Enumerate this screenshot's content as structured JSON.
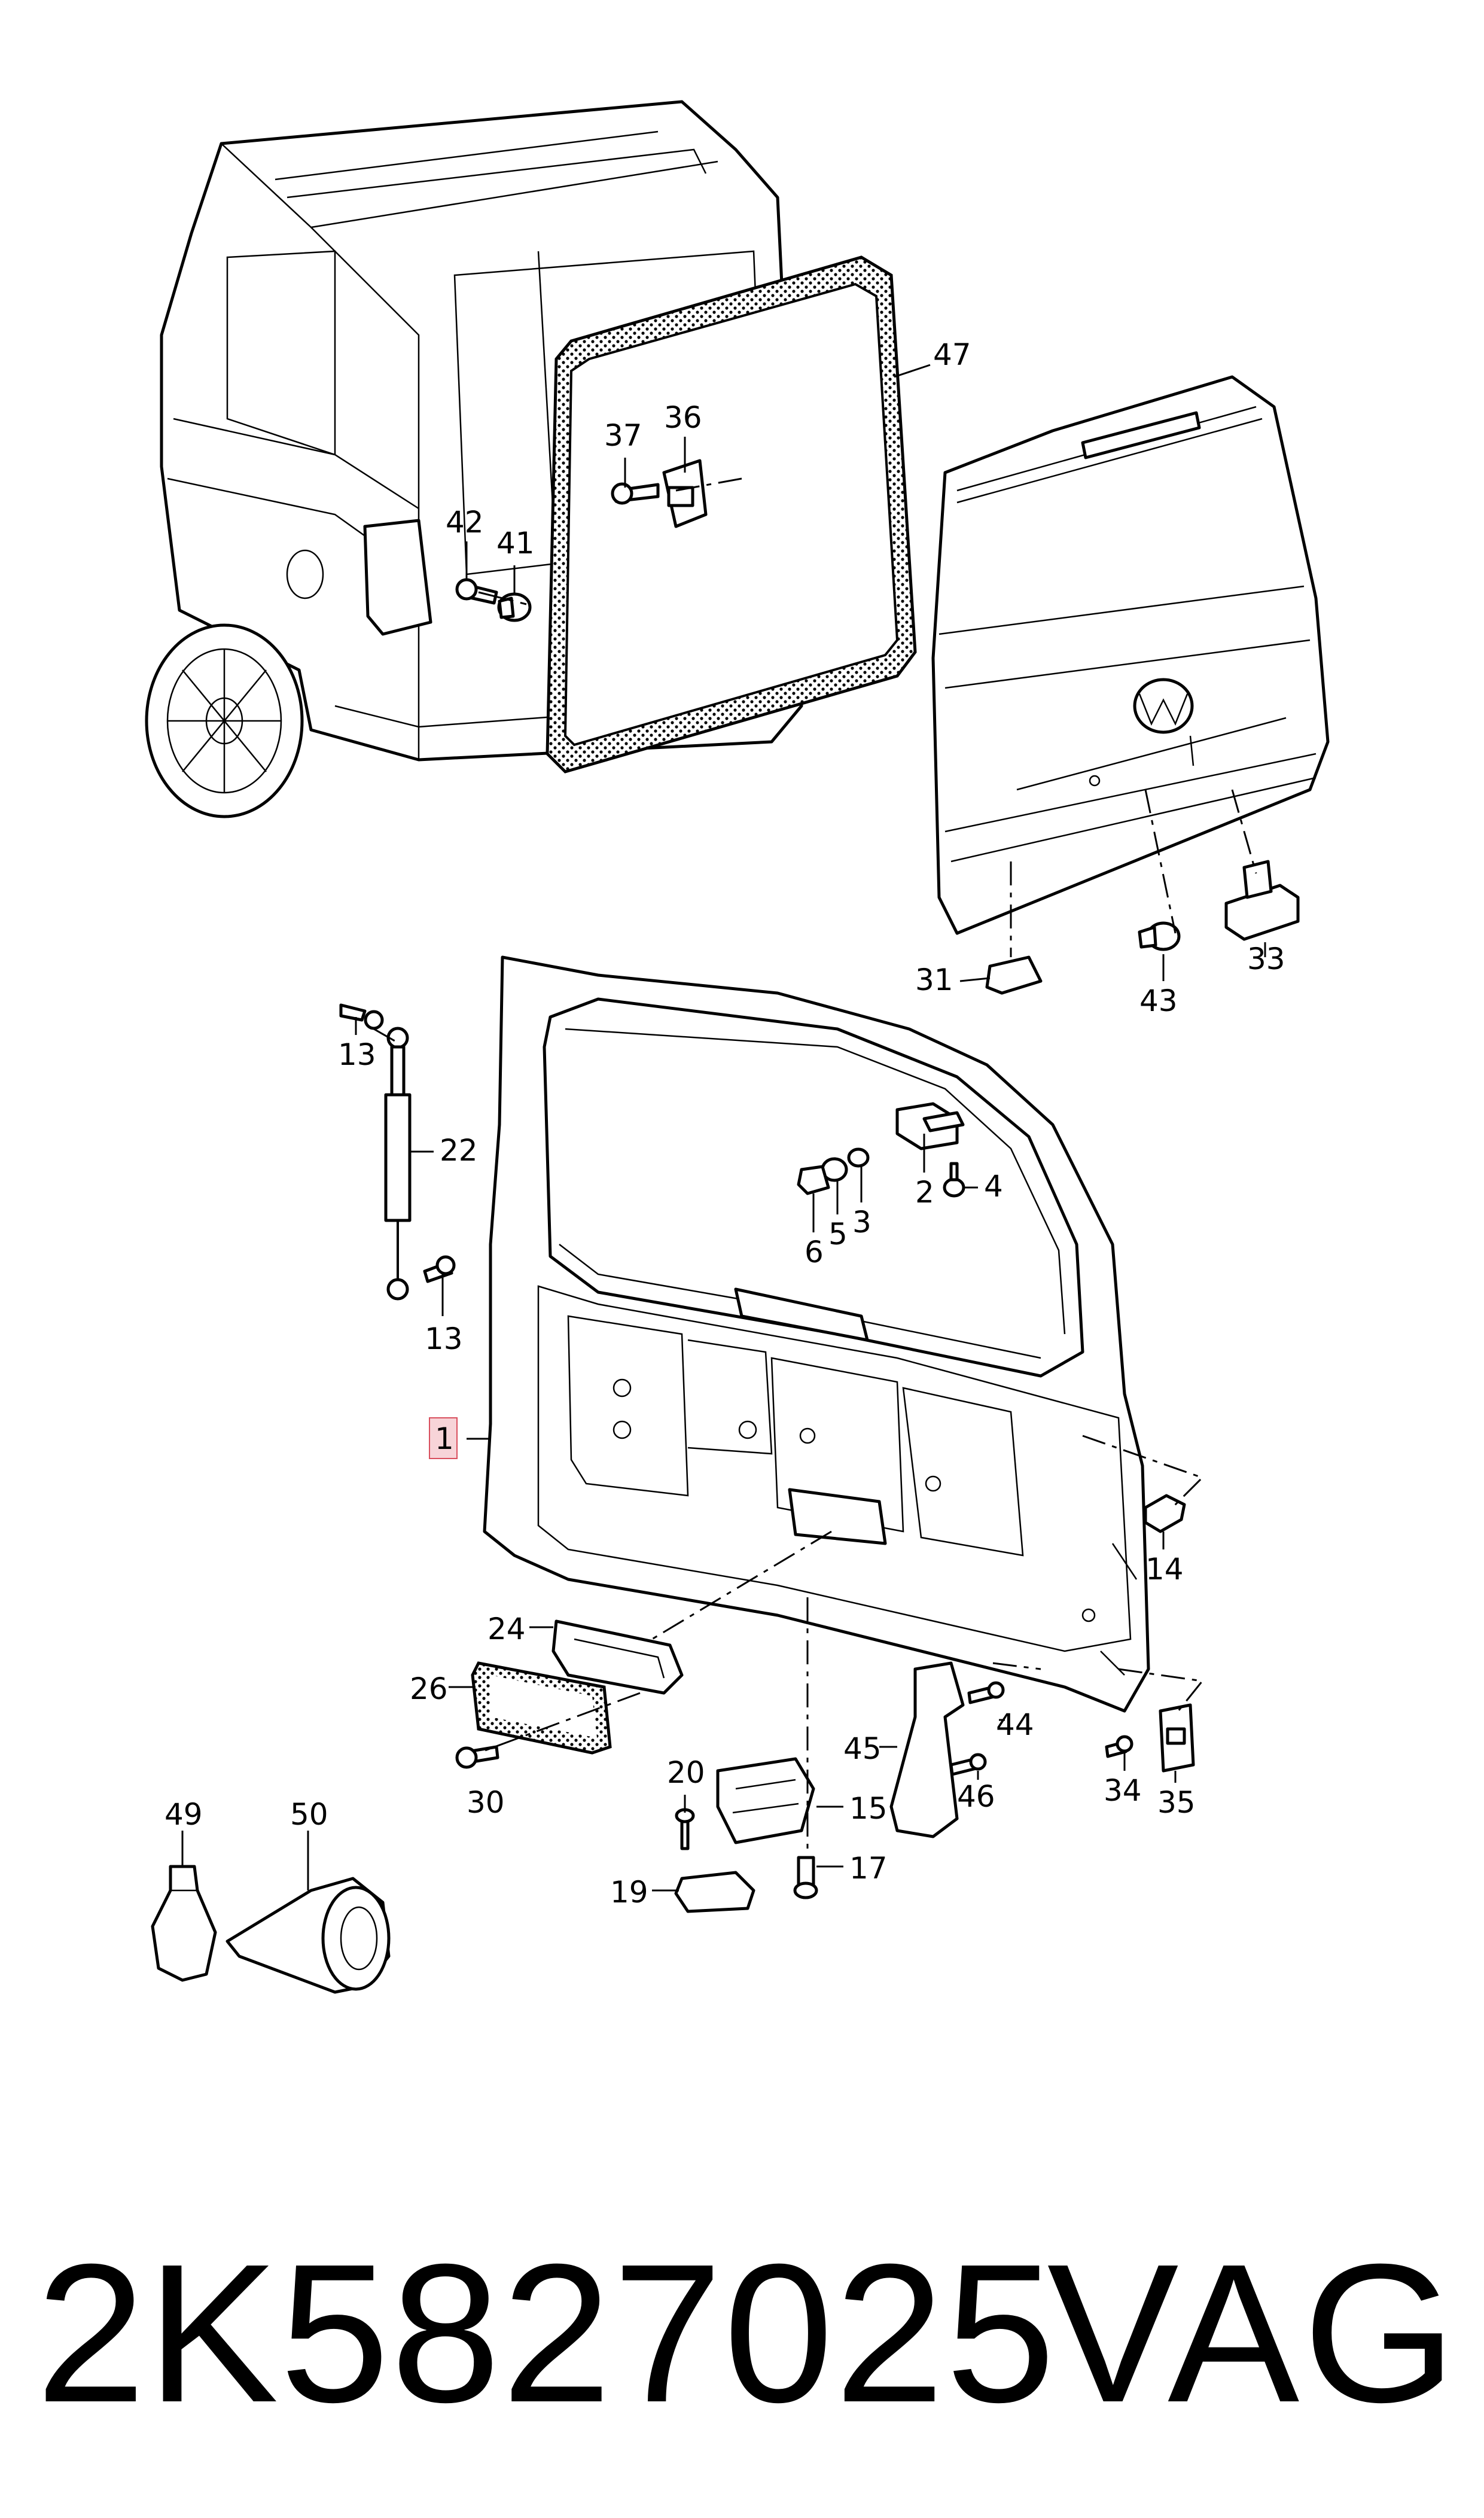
{
  "callouts": [
    {
      "id": "47",
      "text": "47"
    },
    {
      "id": "36",
      "text": "36"
    },
    {
      "id": "37",
      "text": "37"
    },
    {
      "id": "42",
      "text": "42"
    },
    {
      "id": "41",
      "text": "41"
    },
    {
      "id": "31",
      "text": "31"
    },
    {
      "id": "43",
      "text": "43"
    },
    {
      "id": "33",
      "text": "33"
    },
    {
      "id": "13a",
      "text": "13"
    },
    {
      "id": "22",
      "text": "22"
    },
    {
      "id": "13b",
      "text": "13"
    },
    {
      "id": "2",
      "text": "2"
    },
    {
      "id": "4",
      "text": "4"
    },
    {
      "id": "3",
      "text": "3"
    },
    {
      "id": "5",
      "text": "5"
    },
    {
      "id": "6",
      "text": "6"
    },
    {
      "id": "1",
      "text": "1"
    },
    {
      "id": "14",
      "text": "14"
    },
    {
      "id": "24",
      "text": "24"
    },
    {
      "id": "26",
      "text": "26"
    },
    {
      "id": "30",
      "text": "30"
    },
    {
      "id": "20",
      "text": "20"
    },
    {
      "id": "15",
      "text": "15"
    },
    {
      "id": "17",
      "text": "17"
    },
    {
      "id": "19",
      "text": "19"
    },
    {
      "id": "45",
      "text": "45"
    },
    {
      "id": "44",
      "text": "44"
    },
    {
      "id": "46",
      "text": "46"
    },
    {
      "id": "34",
      "text": "34"
    },
    {
      "id": "35",
      "text": "35"
    },
    {
      "id": "49",
      "text": "49"
    },
    {
      "id": "50",
      "text": "50"
    }
  ],
  "highlight_color": "#f7d4d8",
  "footer": {
    "part_number": "2K5827025",
    "brand": "VAG"
  }
}
